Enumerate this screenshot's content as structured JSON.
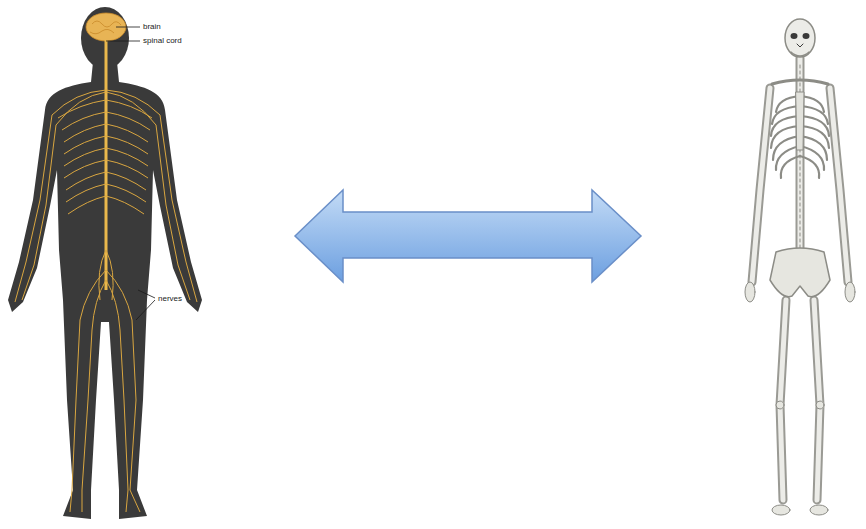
{
  "diagram": {
    "labels": [
      "brain",
      "spinal cord",
      "nerves"
    ]
  }
}
